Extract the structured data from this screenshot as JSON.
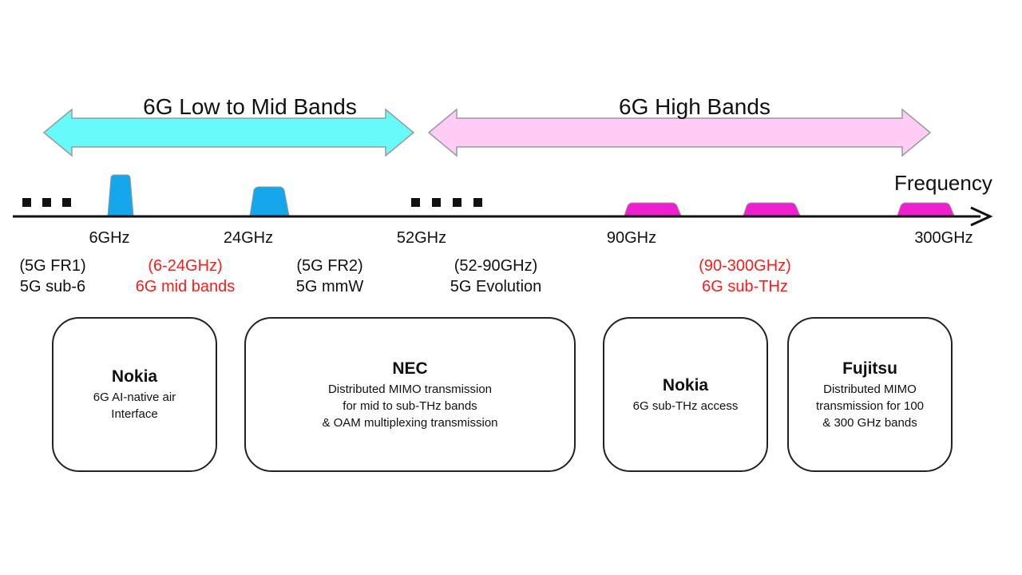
{
  "band_groups": {
    "low_mid": {
      "label": "6G Low to Mid Bands",
      "color": "#66fafa"
    },
    "high": {
      "label": "6G High Bands",
      "color": "#ffccf6"
    }
  },
  "axis": {
    "label": "Frequency",
    "ticks": [
      "6GHz",
      "24GHz",
      "52GHz",
      "90GHz",
      "300GHz"
    ]
  },
  "spectrum_blocks": {
    "existing_color": "#16a6ea",
    "new_color": "#ee1fce"
  },
  "band_labels": [
    {
      "line1": "(5G FR1)",
      "line2": "5G sub-6",
      "highlight": false
    },
    {
      "line1": "(6-24GHz)",
      "line2": "6G mid bands",
      "highlight": true
    },
    {
      "line1": "(5G FR2)",
      "line2": "5G mmW",
      "highlight": false
    },
    {
      "line1": "(52-90GHz)",
      "line2": "5G Evolution",
      "highlight": false
    },
    {
      "line1": "(90-300GHz)",
      "line2": "6G sub-THz",
      "highlight": true
    }
  ],
  "highlight_color": "#ff1a1a",
  "boxes": [
    {
      "name": "Nokia",
      "description": "6G AI-native air\nInterface"
    },
    {
      "name": "NEC",
      "description": "Distributed MIMO transmission\nfor mid to sub-THz bands\n& OAM multiplexing  transmission"
    },
    {
      "name": "Nokia",
      "description": "6G sub-THz  access"
    },
    {
      "name": "Fujitsu",
      "description": "Distributed MIMO\ntransmission for 100\n& 300 GHz bands"
    }
  ]
}
